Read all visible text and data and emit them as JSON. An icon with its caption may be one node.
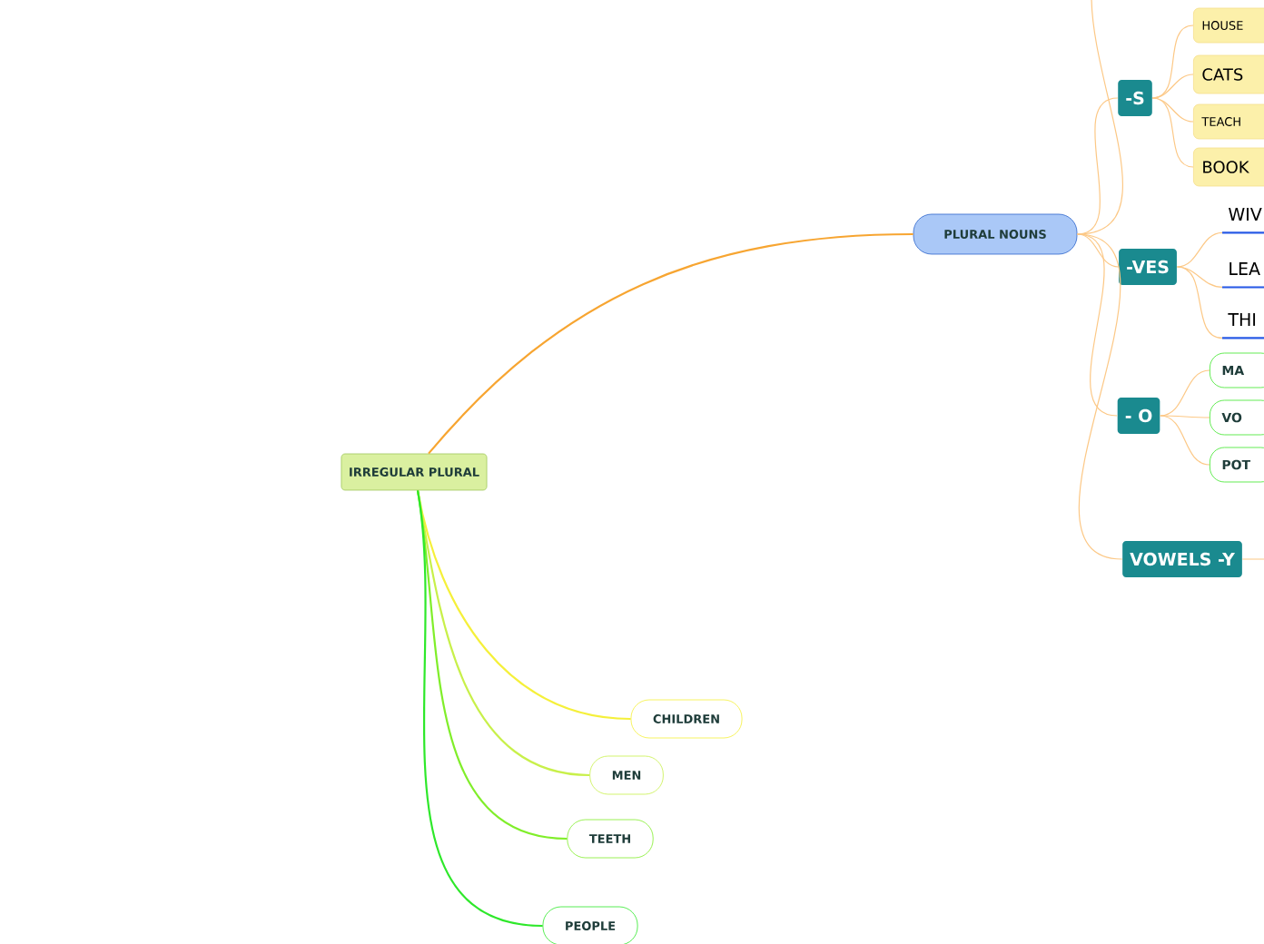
{
  "diagram": {
    "nodes": [
      {
        "text": [
          "IRREGULAR PLURAL"
        ]
      },
      {
        "text": [
          "PLURAL NOUNS"
        ]
      },
      {
        "text": [
          "-S"
        ]
      },
      {
        "text": [
          "-VES"
        ]
      },
      {
        "text": [
          "- O"
        ]
      },
      {
        "text": [
          "VOWELS -Y"
        ]
      },
      {
        "text": [
          "HOUSE"
        ]
      },
      {
        "text": [
          "CATS"
        ]
      },
      {
        "text": [
          "TEACH"
        ]
      },
      {
        "text": [
          "BOOK"
        ]
      },
      {
        "text": [
          "WIV"
        ]
      },
      {
        "text": [
          "LEA"
        ]
      },
      {
        "text": [
          "THI"
        ]
      },
      {
        "text": [
          "MA"
        ]
      },
      {
        "text": [
          "VO"
        ]
      },
      {
        "text": [
          "POT"
        ]
      },
      {
        "text": [
          "CHILDREN"
        ]
      },
      {
        "text": [
          "MEN"
        ]
      },
      {
        "text": [
          "TEETH"
        ]
      },
      {
        "text": [
          "PEOPLE"
        ]
      }
    ],
    "edges": [
      {
        "from": 0,
        "to": 1,
        "arrow": "none",
        "color": "#f7a531"
      },
      {
        "from": 0,
        "to": 16,
        "arrow": "none",
        "color": "#f5f03a"
      },
      {
        "from": 0,
        "to": 17,
        "arrow": "none",
        "color": "#c8f04a"
      },
      {
        "from": 0,
        "to": 18,
        "arrow": "none",
        "color": "#80ee2a"
      },
      {
        "from": 0,
        "to": 19,
        "arrow": "none",
        "color": "#2ee82a"
      },
      {
        "from": 1,
        "to": null,
        "arrow": "none"
      },
      {
        "from": 1,
        "to": 2,
        "arrow": "none"
      },
      {
        "from": 1,
        "to": 3,
        "arrow": "none"
      },
      {
        "from": 1,
        "to": 4,
        "arrow": "none"
      },
      {
        "from": 1,
        "to": 5,
        "arrow": "none"
      },
      {
        "from": 2,
        "to": 6,
        "arrow": "none"
      },
      {
        "from": 2,
        "to": 7,
        "arrow": "none"
      },
      {
        "from": 2,
        "to": 8,
        "arrow": "none"
      },
      {
        "from": 2,
        "to": 9,
        "arrow": "none"
      },
      {
        "from": 3,
        "to": 10,
        "arrow": "none"
      },
      {
        "from": 3,
        "to": 11,
        "arrow": "none"
      },
      {
        "from": 3,
        "to": 12,
        "arrow": "none"
      },
      {
        "from": 4,
        "to": 13,
        "arrow": "none"
      },
      {
        "from": 4,
        "to": 14,
        "arrow": "none"
      },
      {
        "from": 4,
        "to": 15,
        "arrow": "none"
      },
      {
        "from": 5,
        "to": null,
        "arrow": "none"
      }
    ]
  }
}
